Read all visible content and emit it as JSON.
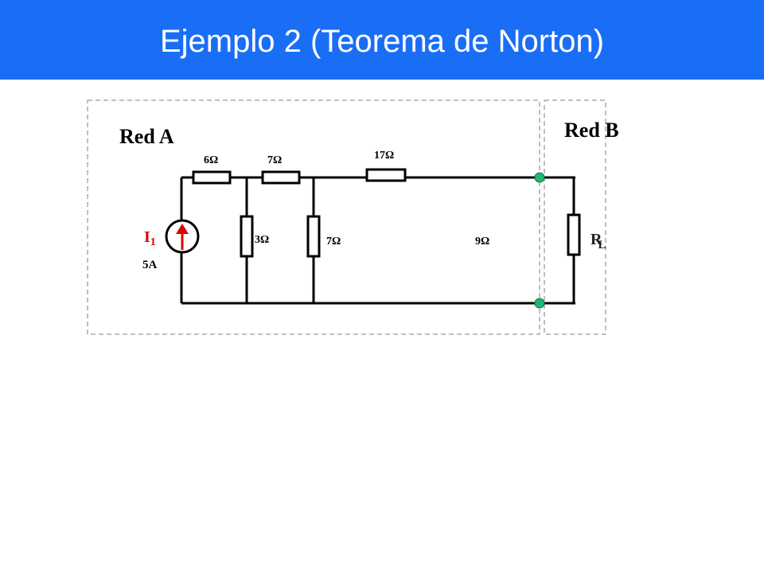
{
  "title": "Ejemplo 2 (Teorema de Norton)",
  "networks": {
    "a_label": "Red A",
    "b_label": "Red B"
  },
  "resistors": {
    "r_series_1": "6Ω",
    "r_series_2": "7Ω",
    "r_series_3": "17Ω",
    "r_shunt_1": "3Ω",
    "r_shunt_2": "7Ω",
    "r_shunt_3": "9Ω"
  },
  "source": {
    "name": "I",
    "subscript": "1",
    "value": "5A"
  },
  "load": {
    "name": "R",
    "subscript": "L"
  },
  "colors": {
    "title_bar": "#1a6ef5",
    "source_arrow": "#e00000",
    "terminal": "#22b573",
    "border": "#808080"
  }
}
